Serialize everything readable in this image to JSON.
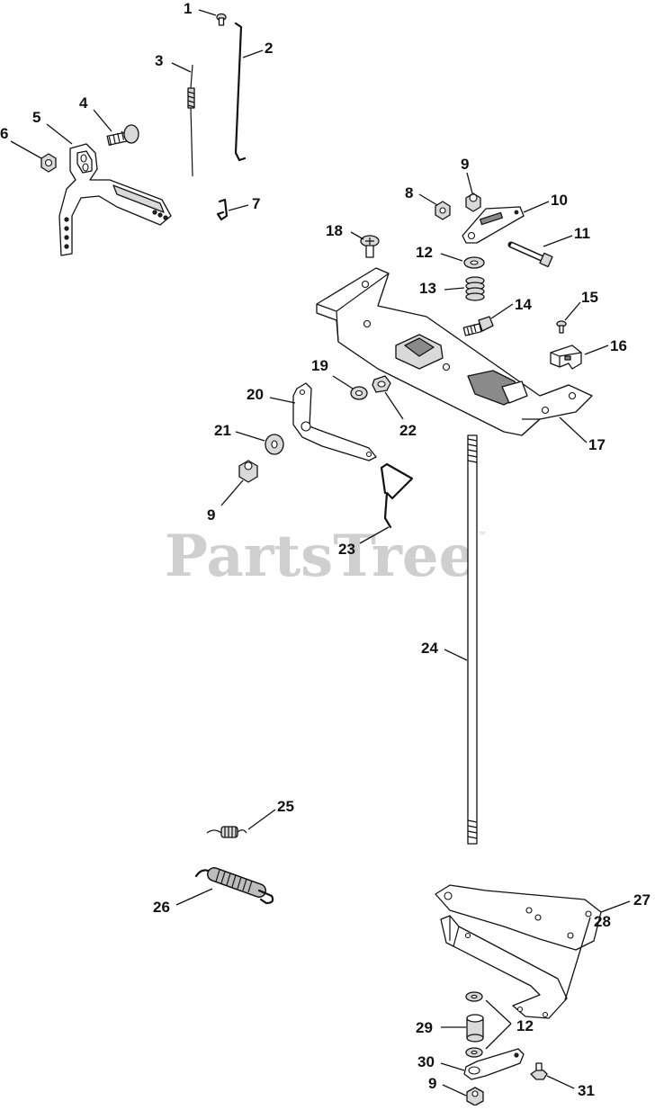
{
  "diagram": {
    "watermark": "PartsTree",
    "watermark_tm": "™",
    "callouts": {
      "c1": "1",
      "c2": "2",
      "c3": "3",
      "c4": "4",
      "c5": "5",
      "c6": "6",
      "c7": "7",
      "c8": "8",
      "c9a": "9",
      "c9b": "9",
      "c9c": "9",
      "c10": "10",
      "c11": "11",
      "c12a": "12",
      "c12b": "12",
      "c13": "13",
      "c14": "14",
      "c15": "15",
      "c16": "16",
      "c17": "17",
      "c18": "18",
      "c19": "19",
      "c20": "20",
      "c21": "21",
      "c22": "22",
      "c23": "23",
      "c24": "24",
      "c25": "25",
      "c26": "26",
      "c27": "27",
      "c28": "28",
      "c29": "29",
      "c30": "30",
      "c31": "31"
    }
  }
}
